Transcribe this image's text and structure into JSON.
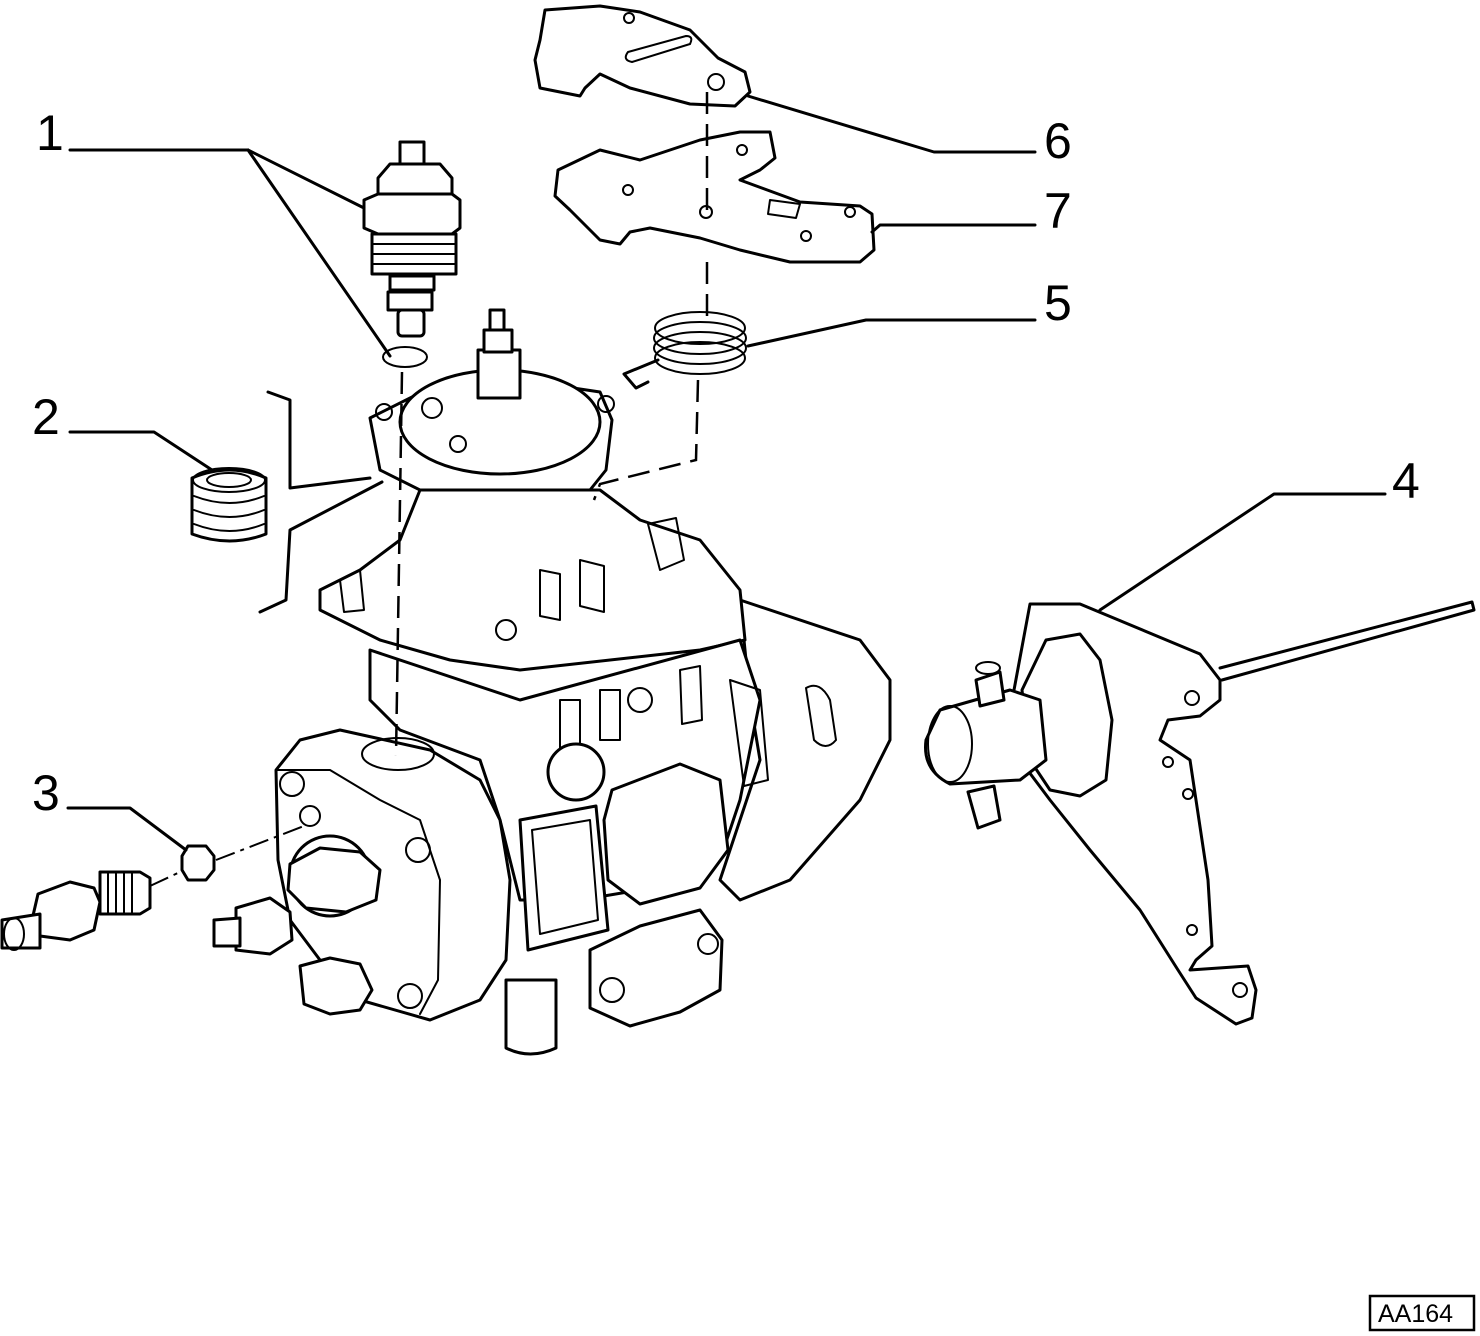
{
  "callouts": [
    {
      "label": "1"
    },
    {
      "label": "2"
    },
    {
      "label": "3"
    },
    {
      "label": "4"
    },
    {
      "label": "5"
    },
    {
      "label": "6"
    },
    {
      "label": "7"
    }
  ],
  "figure_code": "AA164"
}
